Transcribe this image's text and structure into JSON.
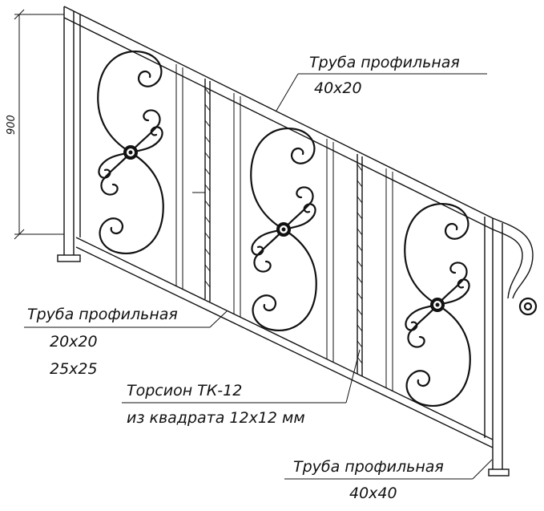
{
  "dimension": {
    "height_value": "900"
  },
  "labels": {
    "top_rail": {
      "line1": "Труба профильная",
      "line2": "40х20"
    },
    "balusters": {
      "line1": "Труба профильная",
      "line2": "20х20",
      "line3": "25х25"
    },
    "torsion": {
      "line1": "Торсион ТК-12",
      "line2": "из квадрата 12х12 мм"
    },
    "post": {
      "line1": "Труба профильная",
      "line2": "40х40"
    }
  }
}
